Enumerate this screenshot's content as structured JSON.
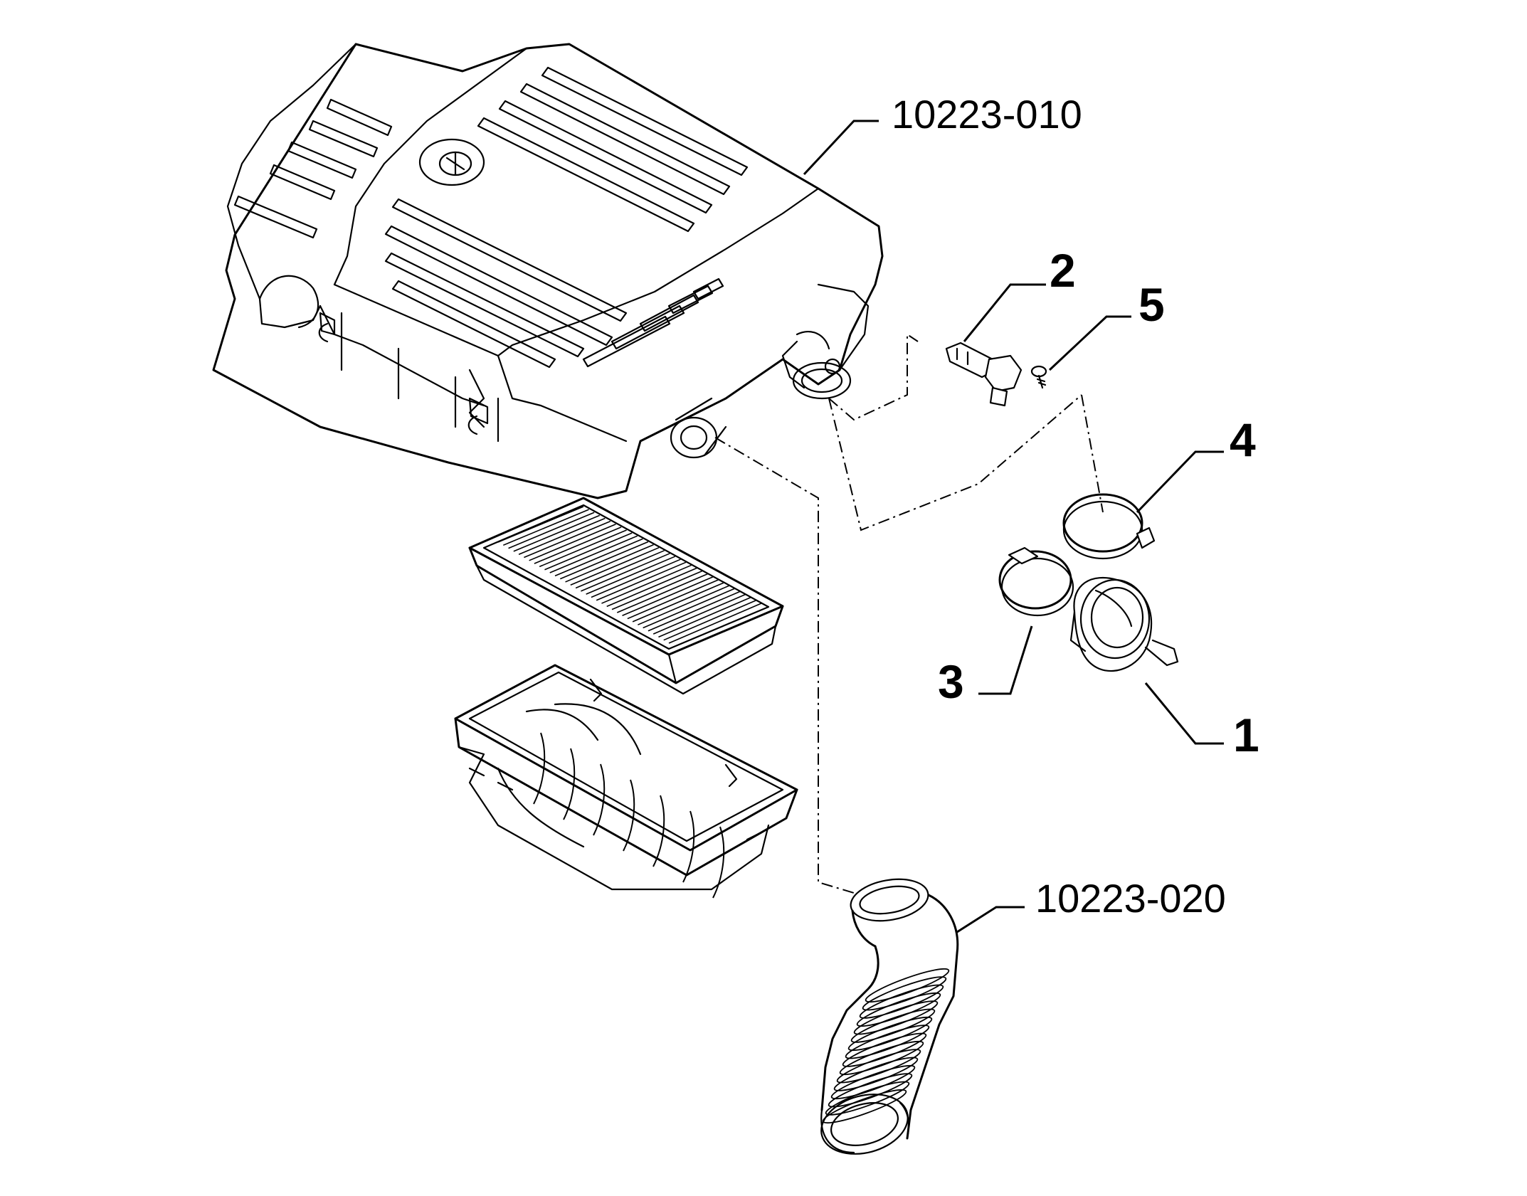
{
  "diagram": {
    "labels": {
      "ref_top": "10223-010",
      "ref_bottom": "10223-020",
      "part_1": "1",
      "part_2": "2",
      "part_3": "3",
      "part_4": "4",
      "part_5": "5"
    },
    "line_color": "#000000",
    "background": "#ffffff"
  }
}
